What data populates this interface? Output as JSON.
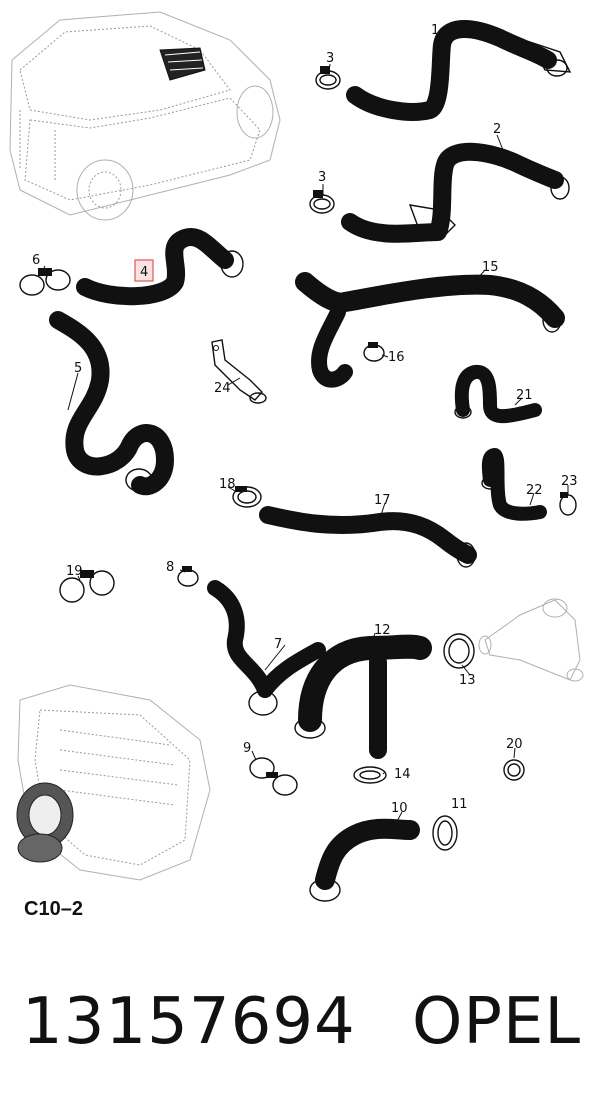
{
  "diagram": {
    "code": "C10–2",
    "highlighted_label": "4",
    "callouts": {
      "l1": "1",
      "l2": "2",
      "l3a": "3",
      "l3b": "3",
      "l4": "4",
      "l5": "5",
      "l6": "6",
      "l7": "7",
      "l8": "8",
      "l9": "9",
      "l10": "10",
      "l11": "11",
      "l12": "12",
      "l13": "13",
      "l14": "14",
      "l15": "15",
      "l16": "16",
      "l17": "17",
      "l18": "18",
      "l19": "19",
      "l20": "20",
      "l21": "21",
      "l22": "22",
      "l23": "23",
      "l24": "24"
    },
    "highlight_color": "#e06060",
    "highlight_fill": "#fbe3e3"
  },
  "caption": {
    "part_number": "13157694",
    "brand": "OPEL"
  }
}
